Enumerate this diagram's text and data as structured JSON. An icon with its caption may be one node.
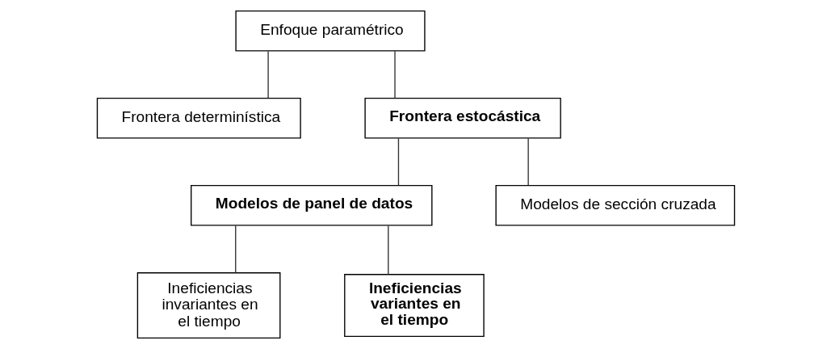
{
  "diagram": {
    "nodes": [
      {
        "text": [
          "Enfoque paramétrico"
        ]
      },
      {
        "text": [
          "Frontera determinística"
        ]
      },
      {
        "text": [
          "Frontera estocástica"
        ]
      },
      {
        "text": [
          "Modelos de panel de datos"
        ]
      },
      {
        "text": [
          "Modelos de sección cruzada"
        ]
      },
      {
        "text": [
          "Ineficiencias invariantes en el tiempo"
        ]
      },
      {
        "text": [
          "Ineficiencias variantes en el tiempo"
        ]
      }
    ],
    "edges": [
      {
        "from": 0,
        "to": 1,
        "arrow": "none"
      },
      {
        "from": 0,
        "to": 2,
        "arrow": "none"
      },
      {
        "from": 2,
        "to": 3,
        "arrow": "none"
      },
      {
        "from": 2,
        "to": 4,
        "arrow": "none"
      },
      {
        "from": 3,
        "to": 5,
        "arrow": "none"
      },
      {
        "from": 3,
        "to": 6,
        "arrow": "none"
      }
    ]
  }
}
